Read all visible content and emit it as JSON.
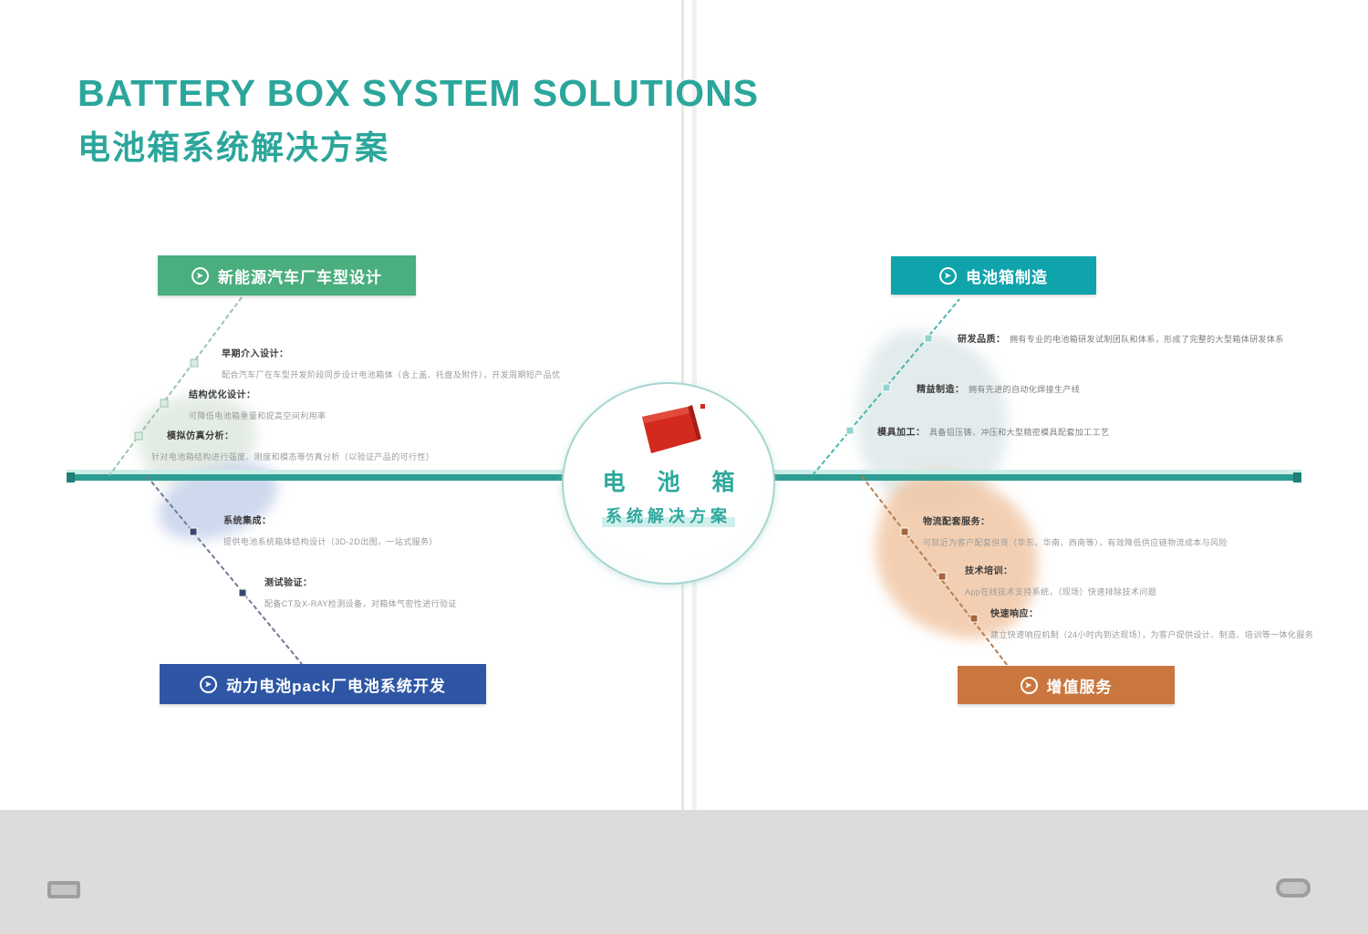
{
  "page": {
    "title_en": "BATTERY BOX SYSTEM SOLUTIONS",
    "title_zh": "电池箱系统解决方案"
  },
  "center_circle": {
    "logo": "red-box-logo",
    "line1": "电 池 箱",
    "line2": "系统解决方案"
  },
  "icons": {
    "arrow": "➤"
  },
  "colors": {
    "accent_teal": "#2FA89D",
    "spine": "#2D9C92",
    "branch_green": "#4AAE7E",
    "branch_teal": "#0FA3AB",
    "branch_blue": "#2E56A5",
    "branch_orange": "#C9773E"
  },
  "branches": [
    {
      "position": "top-left",
      "label": "新能源汽车厂车型设计",
      "items": [
        {
          "title": "早期介入设计：",
          "desc": "配合汽车厂在车型开发阶段同步设计电池箱体（含上盖、托盘及附件），开发周期短产品优"
        },
        {
          "title": "结构优化设计：",
          "desc": "可降低电池箱重量和提高空间利用率"
        },
        {
          "title": "模拟仿真分析：",
          "desc": "针对电池箱结构进行强度、刚度和模态等仿真分析（以验证产品的可行性）"
        }
      ]
    },
    {
      "position": "top-right",
      "label": "电池箱制造",
      "items": [
        {
          "title": "研发品质：",
          "desc": "拥有专业的电池箱研发试制团队和体系，形成了完整的大型箱体研发体系"
        },
        {
          "title": "精益制造：",
          "desc": "拥有先进的自动化焊接生产线"
        },
        {
          "title": "模具加工：",
          "desc": "具备铝压铸、冲压和大型精密模具配套加工工艺"
        }
      ]
    },
    {
      "position": "bottom-left",
      "label": "动力电池pack厂电池系统开发",
      "items": [
        {
          "title": "系统集成：",
          "desc": "提供电池系统箱体结构设计（3D-2D出图，一站式服务）"
        },
        {
          "title": "测试验证：",
          "desc": "配备CT及X-RAY检测设备，对箱体气密性进行验证"
        }
      ]
    },
    {
      "position": "bottom-right",
      "label": "增值服务",
      "items": [
        {
          "title": "物流配套服务：",
          "desc": "可就近为客户配套供货（华东、华南、西南等），有效降低供应链物流成本与风险"
        },
        {
          "title": "技术培训：",
          "desc": "App在线技术支持系统，（现场）快速排除技术问题"
        },
        {
          "title": "快速响应：",
          "desc": "建立快速响应机制（24小时内到达现场），为客户提供设计、制造、培训等一体化服务"
        }
      ]
    }
  ]
}
